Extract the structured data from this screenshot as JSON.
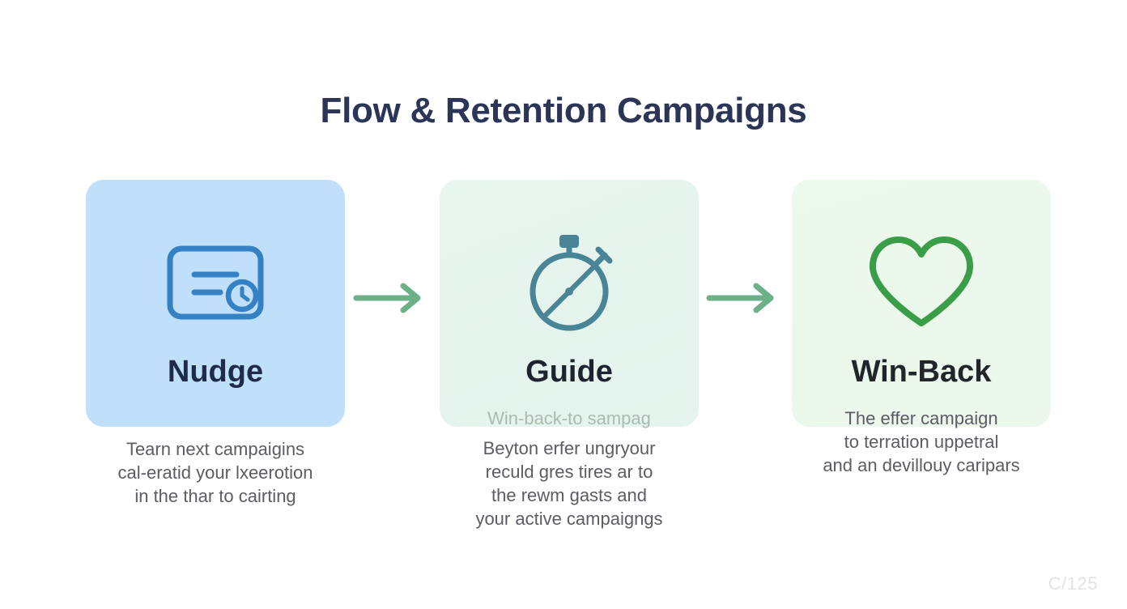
{
  "page": {
    "title": "Flow & Retention Campaigns",
    "footer_note": "C/125",
    "background_color": "#ffffff",
    "title_color": "#2b3556"
  },
  "stages": [
    {
      "id": "nudge",
      "label": "Nudge",
      "icon": "card-clock-icon",
      "card_color": "#bfdffa",
      "icon_color": "#3481c4",
      "label_color": "#1e2b49",
      "description_lines": [
        "Tearn next campaigins",
        "cal-eratid your lxeerotion",
        "in the thar to cairting"
      ]
    },
    {
      "id": "guide",
      "label": "Guide",
      "icon": "compass-stopwatch-icon",
      "card_color": "#e6f4ef",
      "icon_color": "#4a8497",
      "label_color": "#1d2430",
      "ghost_text": "Win-back-to sampag",
      "description_lines": [
        "Beyton erfer ungryour",
        "reculd gres tires ar to",
        "the rewm gasts and",
        "your active campaigngs"
      ]
    },
    {
      "id": "winback",
      "label": "Win-Back",
      "icon": "heart-icon",
      "card_color": "#edf8ec",
      "icon_color": "#3a9e48",
      "label_color": "#22262b",
      "description_lines": [
        "The effer campaign",
        "to terration uppetral",
        "and an devillouy caripars"
      ]
    }
  ],
  "connectors": [
    {
      "id": "arrow-1",
      "from": "nudge",
      "to": "guide",
      "color": "#6cb188",
      "icon": "arrow-right-icon"
    },
    {
      "id": "arrow-2",
      "from": "guide",
      "to": "winback",
      "color": "#6cb188",
      "icon": "arrow-right-icon"
    }
  ]
}
